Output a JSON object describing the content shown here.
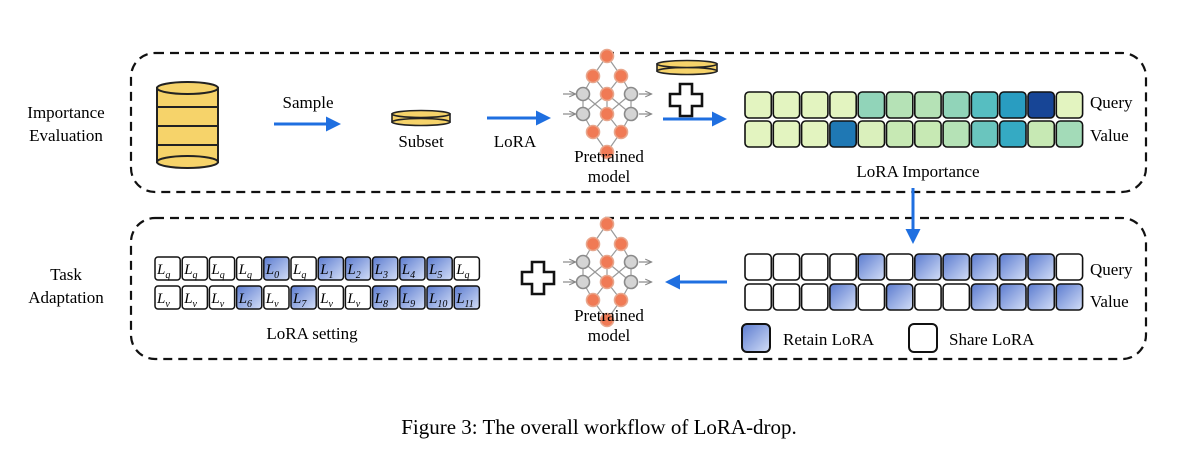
{
  "labels": {
    "importance_line1": "Importance",
    "importance_line2": "Evaluation",
    "task_line1": "Task",
    "task_line2": "Adaptation",
    "sample": "Sample",
    "subset": "Subset",
    "lora": "LoRA",
    "pretrained_line1": "Pretrained",
    "pretrained_line2": "model",
    "query": "Query",
    "value": "Value",
    "lora_importance": "LoRA Importance",
    "lora_setting": "LoRA setting",
    "retain_lora": "Retain LoRA",
    "share_lora": "Share LoRA",
    "caption": "Figure 3: The overall workflow of LoRA-drop."
  },
  "colors": {
    "database_fill": "#f6d36a",
    "arrow": "#1f6fe0",
    "neuron_orange": "#f07a55",
    "neuron_gray": "#c8c8c8",
    "retain_dark": "#5f7fd0",
    "retain_light": "#c6d4f4"
  },
  "importance": {
    "query": [
      0.15,
      0.15,
      0.15,
      0.15,
      0.45,
      0.35,
      0.35,
      0.45,
      0.6,
      0.75,
      0.95,
      0.15
    ],
    "value": [
      0.15,
      0.15,
      0.15,
      0.85,
      0.2,
      0.3,
      0.3,
      0.35,
      0.55,
      0.7,
      0.3,
      0.4
    ]
  },
  "retain": {
    "query": [
      0,
      0,
      0,
      0,
      1,
      0,
      1,
      1,
      1,
      1,
      1,
      0
    ],
    "value": [
      0,
      0,
      0,
      1,
      0,
      1,
      0,
      0,
      1,
      1,
      1,
      1
    ]
  },
  "setting": {
    "query": [
      {
        "base": "L",
        "sub": "q"
      },
      {
        "base": "L",
        "sub": "q"
      },
      {
        "base": "L",
        "sub": "q"
      },
      {
        "base": "L",
        "sub": "q"
      },
      {
        "base": "L",
        "sub": "0"
      },
      {
        "base": "L",
        "sub": "q"
      },
      {
        "base": "L",
        "sub": "1"
      },
      {
        "base": "L",
        "sub": "2"
      },
      {
        "base": "L",
        "sub": "3"
      },
      {
        "base": "L",
        "sub": "4"
      },
      {
        "base": "L",
        "sub": "5"
      },
      {
        "base": "L",
        "sub": "q"
      }
    ],
    "value": [
      {
        "base": "L",
        "sub": "v"
      },
      {
        "base": "L",
        "sub": "v"
      },
      {
        "base": "L",
        "sub": "v"
      },
      {
        "base": "L",
        "sub": "6"
      },
      {
        "base": "L",
        "sub": "v"
      },
      {
        "base": "L",
        "sub": "7"
      },
      {
        "base": "L",
        "sub": "v"
      },
      {
        "base": "L",
        "sub": "v"
      },
      {
        "base": "L",
        "sub": "8"
      },
      {
        "base": "L",
        "sub": "9"
      },
      {
        "base": "L",
        "sub": "10"
      },
      {
        "base": "L",
        "sub": "11"
      }
    ]
  }
}
